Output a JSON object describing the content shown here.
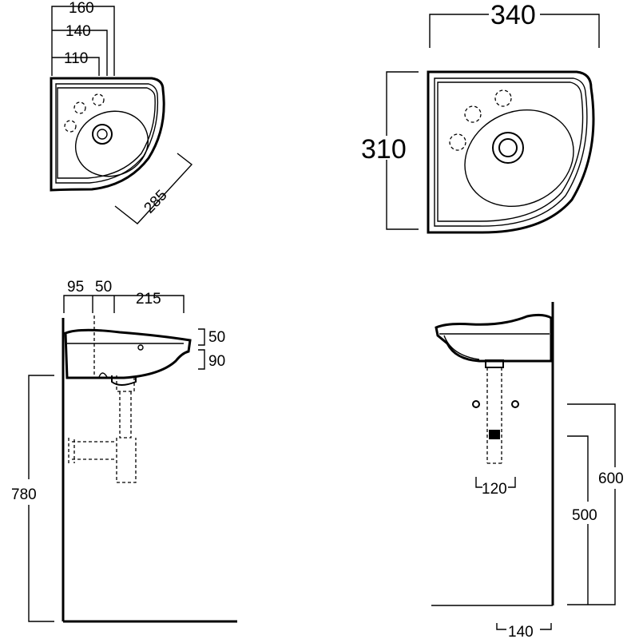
{
  "dimensions": {
    "top_left_width_160": "160",
    "top_left_width_140": "140",
    "top_left_width_110": "110",
    "top_left_diagonal": "285",
    "top_right_width": "340",
    "top_right_depth": "310",
    "side_offset_95": "95",
    "side_offset_50": "50",
    "side_length_215": "215",
    "side_rim_height": "50",
    "side_bowl_height": "90",
    "side_floor_height": "780",
    "front_trap_spacing": "120",
    "front_height_600": "600",
    "front_height_500": "500",
    "front_wall_offset": "140"
  }
}
